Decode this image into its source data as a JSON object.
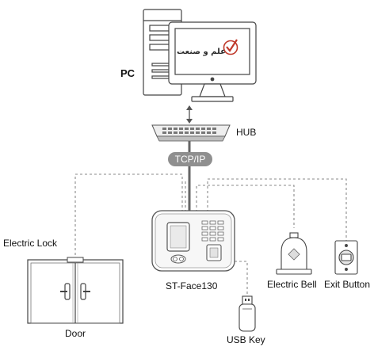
{
  "labels": {
    "pc": "PC",
    "hub": "HUB",
    "tcp_ip": "TCP/IP",
    "device": "ST-Face130",
    "electric_lock": "Electric Lock",
    "door": "Door",
    "electric_bell": "Electric Bell",
    "exit_button": "Exit Button",
    "usb_key": "USB Key"
  },
  "monitor_logo_text": "علم و صنعت",
  "colors": {
    "line": "#555555",
    "dashed": "#8a8a8a",
    "badge": "#8f8f8f",
    "logo_check": "#c0392b"
  }
}
